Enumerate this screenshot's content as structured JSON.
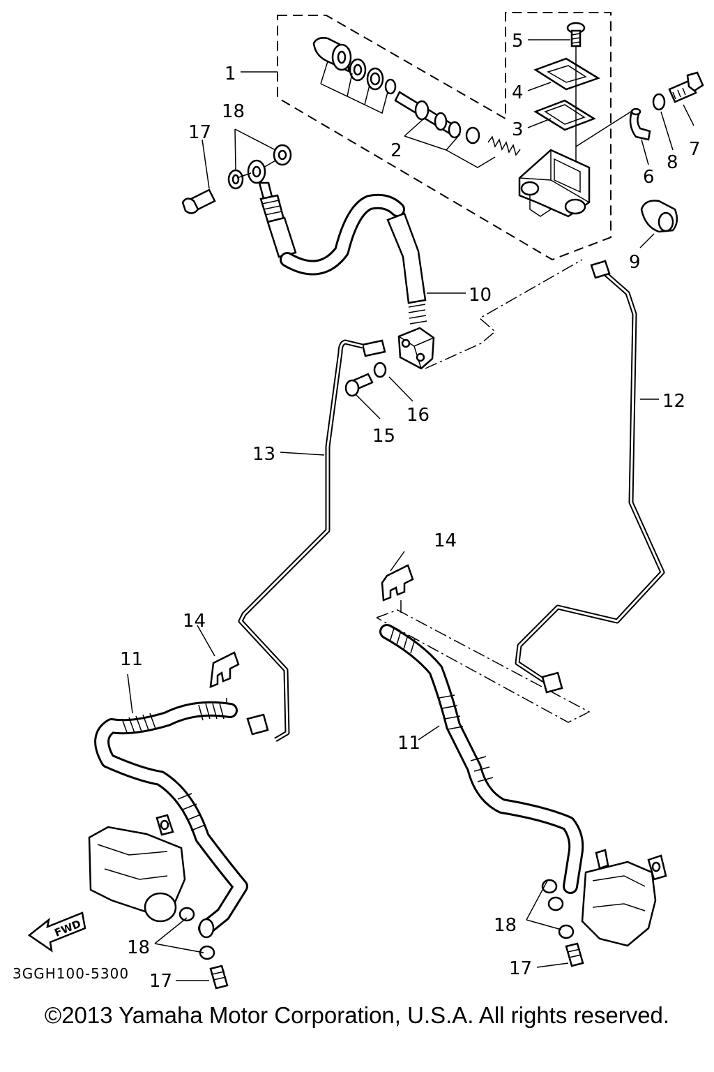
{
  "diagram": {
    "callouts": {
      "c1": "1",
      "c2": "2",
      "c3": "3",
      "c4": "4",
      "c5": "5",
      "c6": "6",
      "c7": "7",
      "c8": "8",
      "c9": "9",
      "c10": "10",
      "c11a": "11",
      "c11b": "11",
      "c12": "12",
      "c13": "13",
      "c14a": "14",
      "c14b": "14",
      "c15": "15",
      "c16": "16",
      "c17a": "17",
      "c17b": "17",
      "c17c": "17",
      "c18a": "18",
      "c18b": "18",
      "c18c": "18"
    },
    "fwd_label": "FWD",
    "drawing_code": "3GGH100-5300"
  },
  "copyright": "©2013 Yamaha Motor Corporation, U.S.A. All rights reserved."
}
